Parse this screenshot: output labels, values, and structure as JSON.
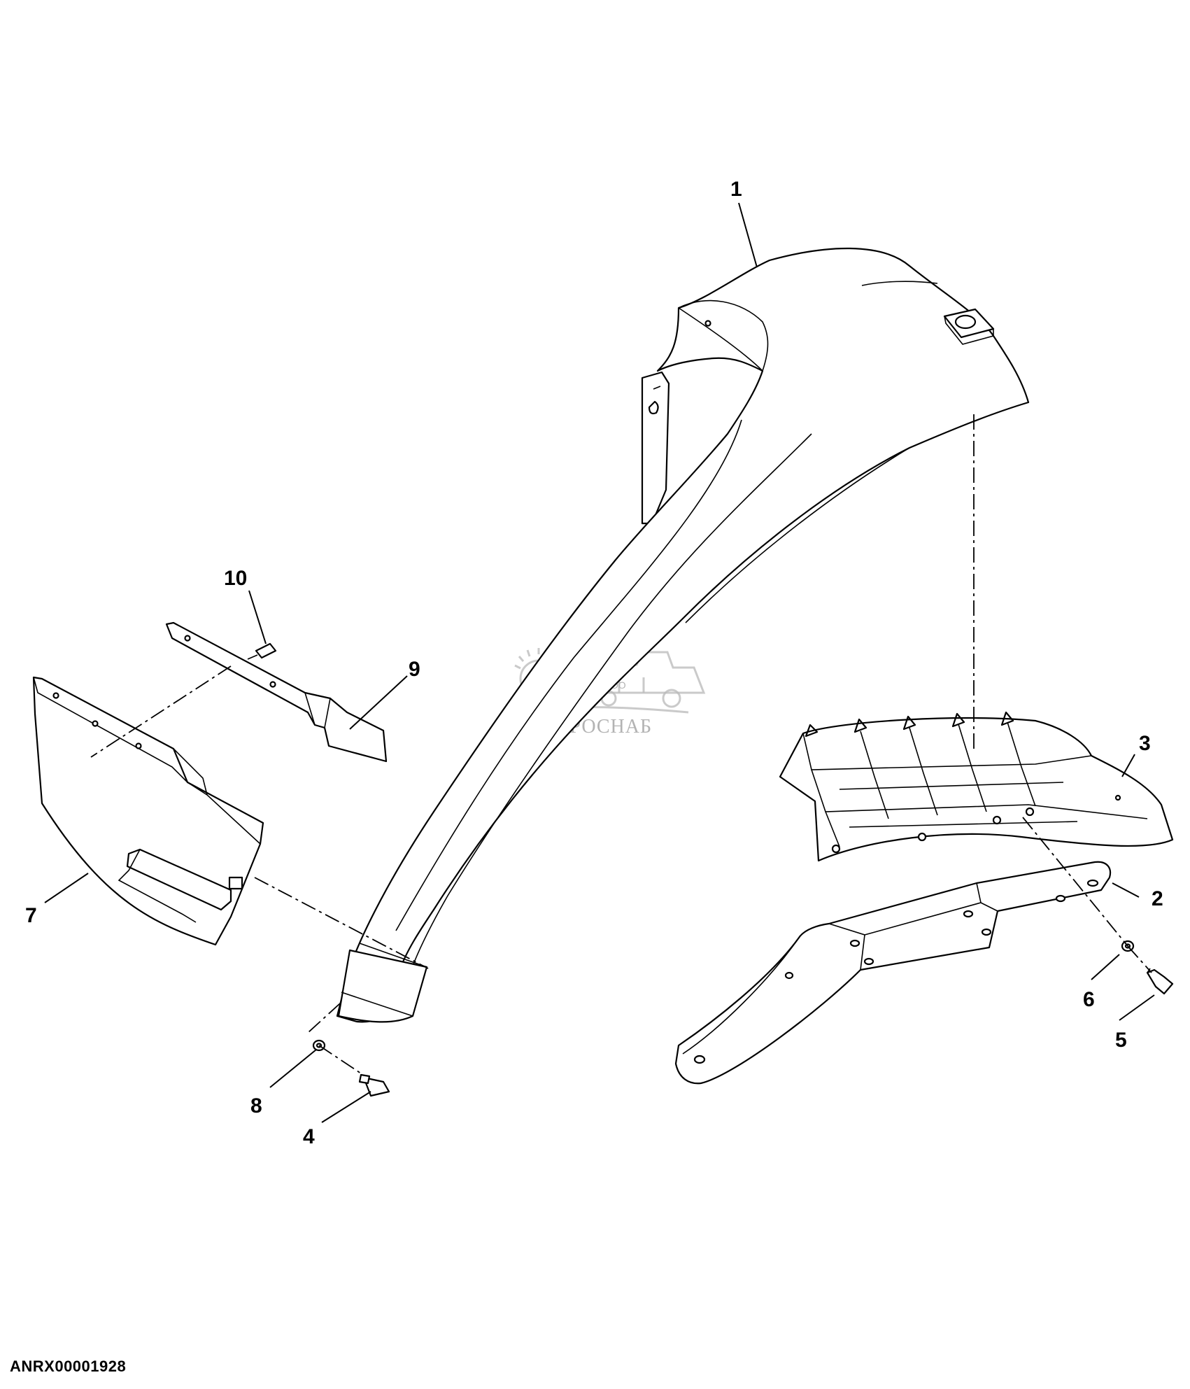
{
  "figure_id": "ANRX00001928",
  "watermark": {
    "line1": "ООО",
    "line2": "АГРОСНАБ"
  },
  "callouts": {
    "c1": "1",
    "c2": "2",
    "c3": "3",
    "c4": "4",
    "c5": "5",
    "c6": "6",
    "c7": "7",
    "c8": "8",
    "c9": "9",
    "c10": "10"
  }
}
